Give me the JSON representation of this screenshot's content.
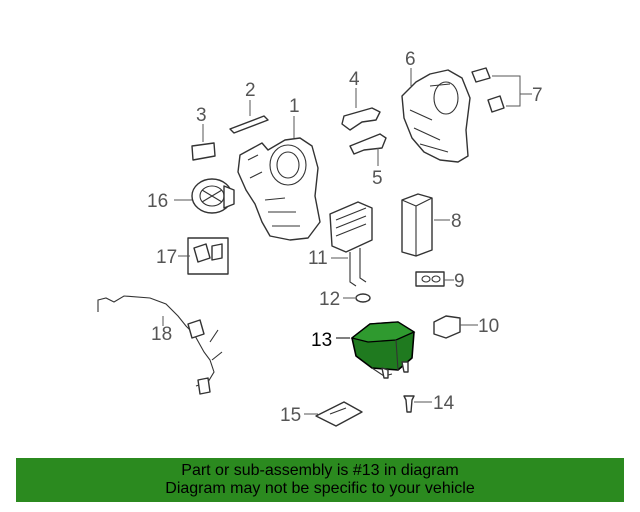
{
  "diagram": {
    "callouts": {
      "c1": "1",
      "c2": "2",
      "c3": "3",
      "c4": "4",
      "c5": "5",
      "c6": "6",
      "c7": "7",
      "c8": "8",
      "c9": "9",
      "c10": "10",
      "c11": "11",
      "c12": "12",
      "c13": "13",
      "c14": "14",
      "c15": "15",
      "c16": "16",
      "c17": "17",
      "c18": "18"
    },
    "highlighted_part": "13",
    "highlight_color": "#2b8a1f"
  },
  "banner": {
    "line1": "Part or sub-assembly is #13 in diagram",
    "line2": "Diagram may not be specific to your vehicle",
    "background": "#2b8a1f"
  }
}
